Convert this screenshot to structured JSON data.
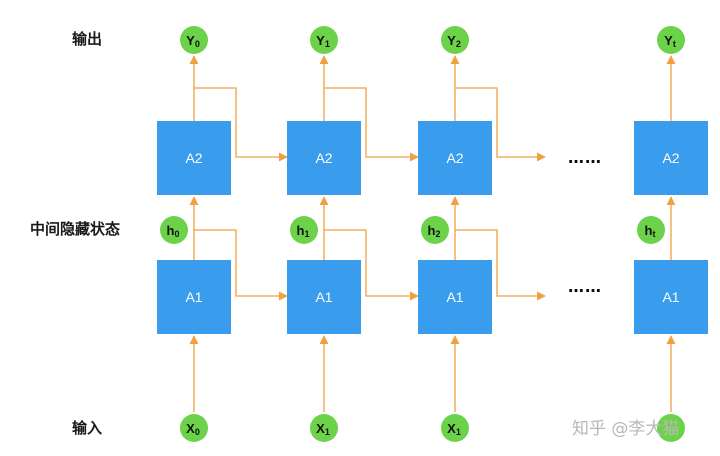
{
  "row_labels": {
    "output": "输出",
    "hidden": "中间隐藏状态",
    "input": "输入"
  },
  "box_labels": {
    "top": "A2",
    "bottom": "A1"
  },
  "ellipsis": "……",
  "watermark": "知乎 @李大猫",
  "columns": [
    {
      "output": {
        "main": "Y",
        "sub": "0"
      },
      "hidden": {
        "main": "h",
        "sub": "0"
      },
      "input": {
        "main": "X",
        "sub": "0"
      }
    },
    {
      "output": {
        "main": "Y",
        "sub": "1"
      },
      "hidden": {
        "main": "h",
        "sub": "1"
      },
      "input": {
        "main": "X",
        "sub": "1"
      }
    },
    {
      "output": {
        "main": "Y",
        "sub": "2"
      },
      "hidden": {
        "main": "h",
        "sub": "2"
      },
      "input": {
        "main": "X",
        "sub": "1"
      }
    },
    {
      "output": {
        "main": "Y",
        "sub": "t"
      },
      "hidden": {
        "main": "h",
        "sub": "t"
      },
      "input": {
        "main": "",
        "sub": ""
      }
    }
  ],
  "colors": {
    "box": "#3a9cec",
    "circle": "#6cd24a",
    "arrow": "#f0a040"
  }
}
